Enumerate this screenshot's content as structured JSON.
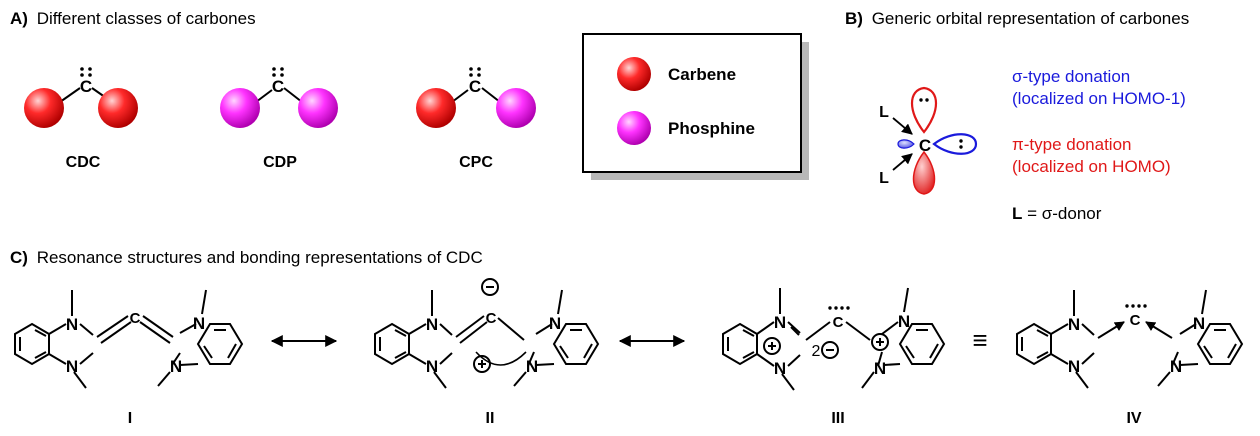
{
  "panel_a": {
    "letter": "A)",
    "title": "Different classes of carbones",
    "carbon_symbol": "C",
    "lone_pair": ":",
    "labels": [
      "CDC",
      "CDP",
      "CPC"
    ],
    "legend": {
      "carbene": "Carbene",
      "phosphine": "Phosphine"
    }
  },
  "panel_b": {
    "letter": "B)",
    "title": "Generic orbital representation of carbones",
    "ligand": "L",
    "carbon": "C",
    "sigma_line1": "σ-type donation",
    "sigma_line2": "(localized on HOMO-1)",
    "pi_line1": "π-type donation",
    "pi_line2": "(localized on HOMO)",
    "donor_key": "L",
    "donor_text": " = σ-donor"
  },
  "panel_c": {
    "letter": "C)",
    "title": "Resonance structures and bonding representations of CDC",
    "atom_n": "N",
    "atom_c": "C",
    "minus_sign": "−",
    "plus_sign": "+",
    "two_minus": "2",
    "equiv": "≡",
    "labels": [
      "I",
      "II",
      "III",
      "IV"
    ]
  },
  "colors": {
    "carbene": "#ee1111",
    "phosphine": "#ee22ee",
    "sigma": "#1a1adc",
    "pi": "#e01818"
  }
}
